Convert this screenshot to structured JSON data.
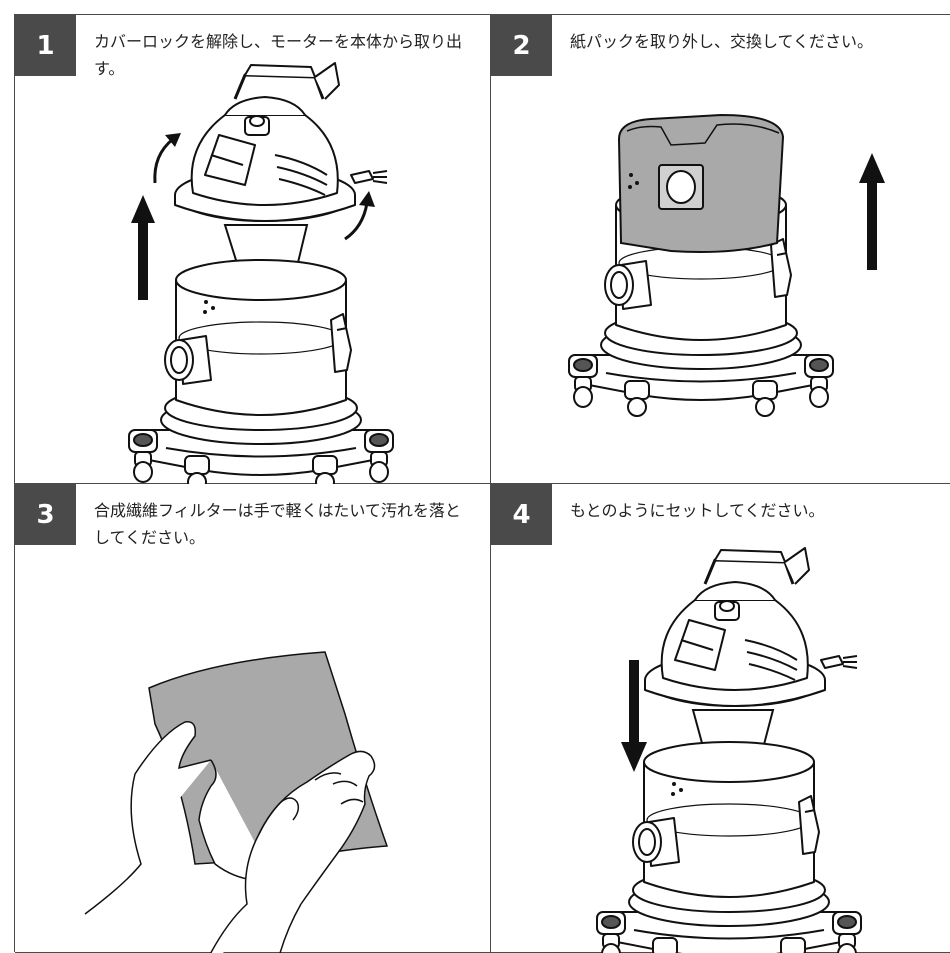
{
  "steps": [
    {
      "number": "1",
      "text": "カバーロックを解除し、モーターを本体から取り出す。"
    },
    {
      "number": "2",
      "text": "紙パックを取り外し、交換してください。"
    },
    {
      "number": "3",
      "text": "合成繊維フィルターは手で軽くはたいて汚れを落としてください。"
    },
    {
      "number": "4",
      "text": "もとのようにセットしてください。"
    }
  ]
}
